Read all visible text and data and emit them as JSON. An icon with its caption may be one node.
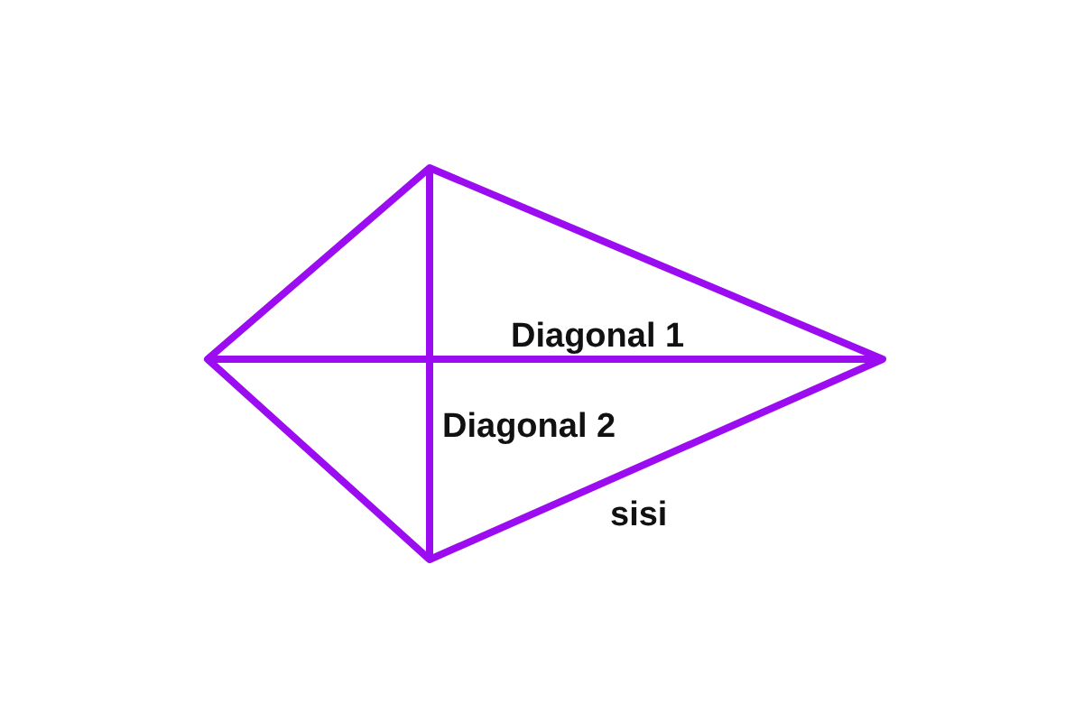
{
  "diagram": {
    "labels": [
      "Diagonal 1",
      "Diagonal 2",
      "sisi"
    ]
  }
}
